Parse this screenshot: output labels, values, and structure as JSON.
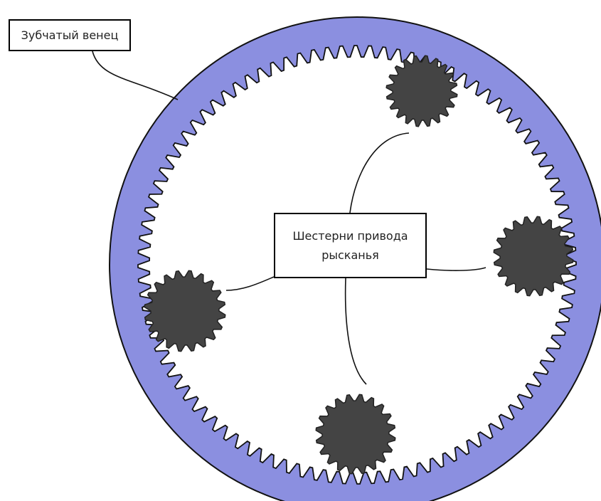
{
  "labels": {
    "ring_gear": "Зубчатый венец",
    "yaw_drive_gears": "Шестерни привода рысканья"
  },
  "colors": {
    "ring_fill": "#8b8fe0",
    "ring_stroke": "#111111",
    "pinion_fill": "#444444",
    "pinion_stroke": "#222222",
    "leader_line": "#111111",
    "background": "#ffffff"
  },
  "components": {
    "ring_gear_teeth": 96,
    "pinion_gear_teeth": 20,
    "pinion_count": 4
  }
}
